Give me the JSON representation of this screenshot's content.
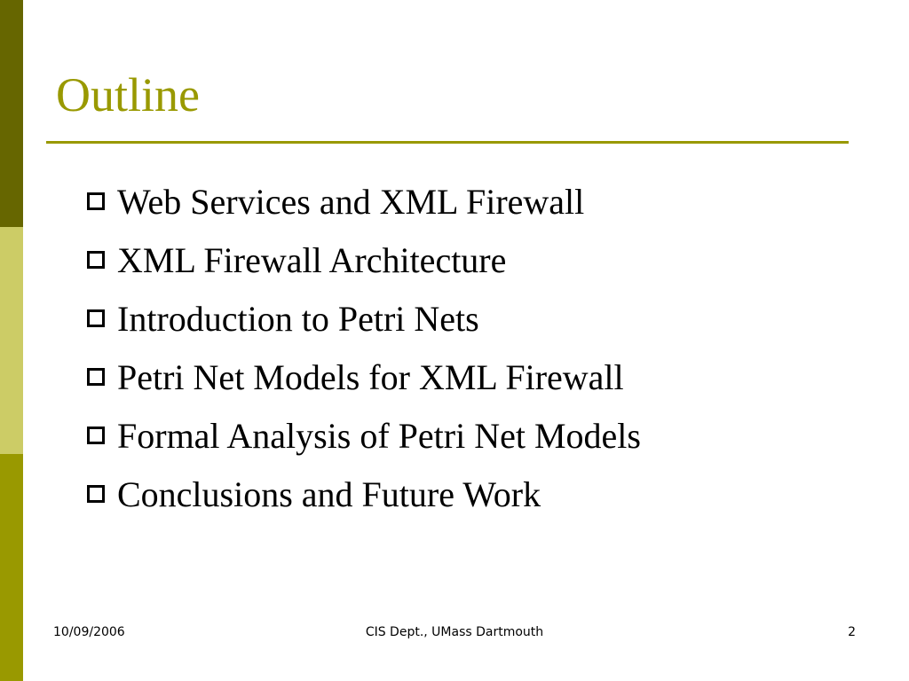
{
  "slide": {
    "title": "Outline",
    "bullets": [
      "Web Services and XML Firewall",
      "XML Firewall Architecture",
      "Introduction to Petri Nets",
      "Petri Net Models for XML Firewall",
      "Formal Analysis of Petri Net Models",
      "Conclusions and Future Work"
    ]
  },
  "footer": {
    "date": "10/09/2006",
    "center": "CIS Dept., UMass Dartmouth",
    "page_number": "2"
  },
  "colors": {
    "title": "#999900",
    "rule": "#999900",
    "bar_top": "#666600",
    "bar_middle": "#cccc66",
    "bar_bottom": "#999900",
    "bullet_icon": "#000000"
  }
}
